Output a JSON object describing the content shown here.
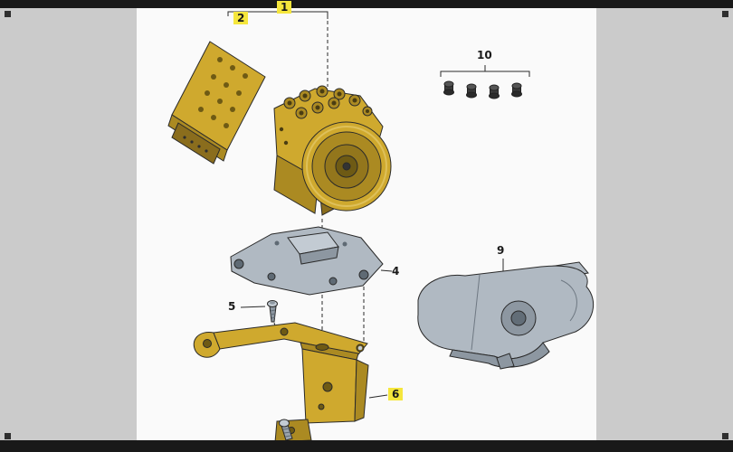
{
  "colors": {
    "bg": "#cbcbcb",
    "canvas": "#fafafa",
    "bar": "#191919",
    "highlight": "#f5e63c",
    "part-yellow": "#cfa92e",
    "part-yellow-dark": "#ab8a22",
    "part-yellow-deep": "#8a6d1d",
    "part-gray": "#b0b9c2",
    "part-gray-dark": "#8d97a1",
    "line": "#2a2a2a"
  },
  "labels": {
    "part1": "1",
    "part2": "2",
    "part4": "4",
    "part5": "5",
    "part6": "6",
    "part9": "9",
    "part10": "10"
  }
}
